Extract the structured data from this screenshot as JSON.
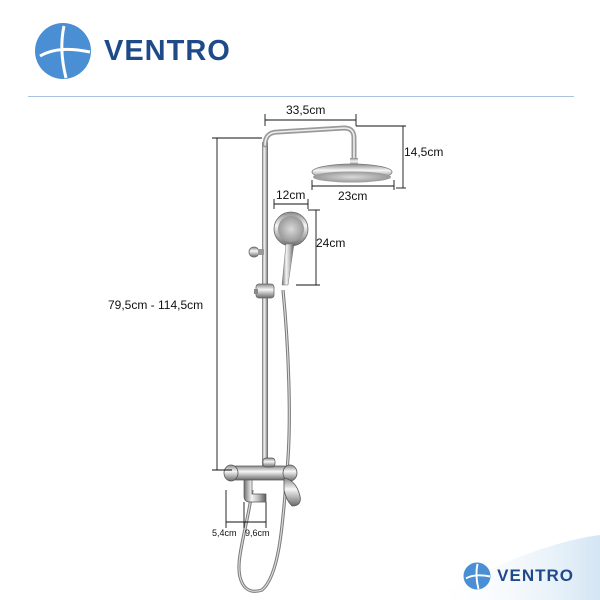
{
  "brand": {
    "name": "VENTRO",
    "color": "#1f4a8a",
    "logo_color": "#4a8fd4"
  },
  "footer": {
    "name": "VENTRO"
  },
  "dimensions": {
    "arm_width": "33,5cm",
    "head_height": "14,5cm",
    "head_diameter": "23cm",
    "hand_width": "12cm",
    "hand_length": "24cm",
    "column_height": "79,5cm - 114,5cm",
    "spout_a": "5,4cm",
    "spout_b": "9,6cm"
  }
}
